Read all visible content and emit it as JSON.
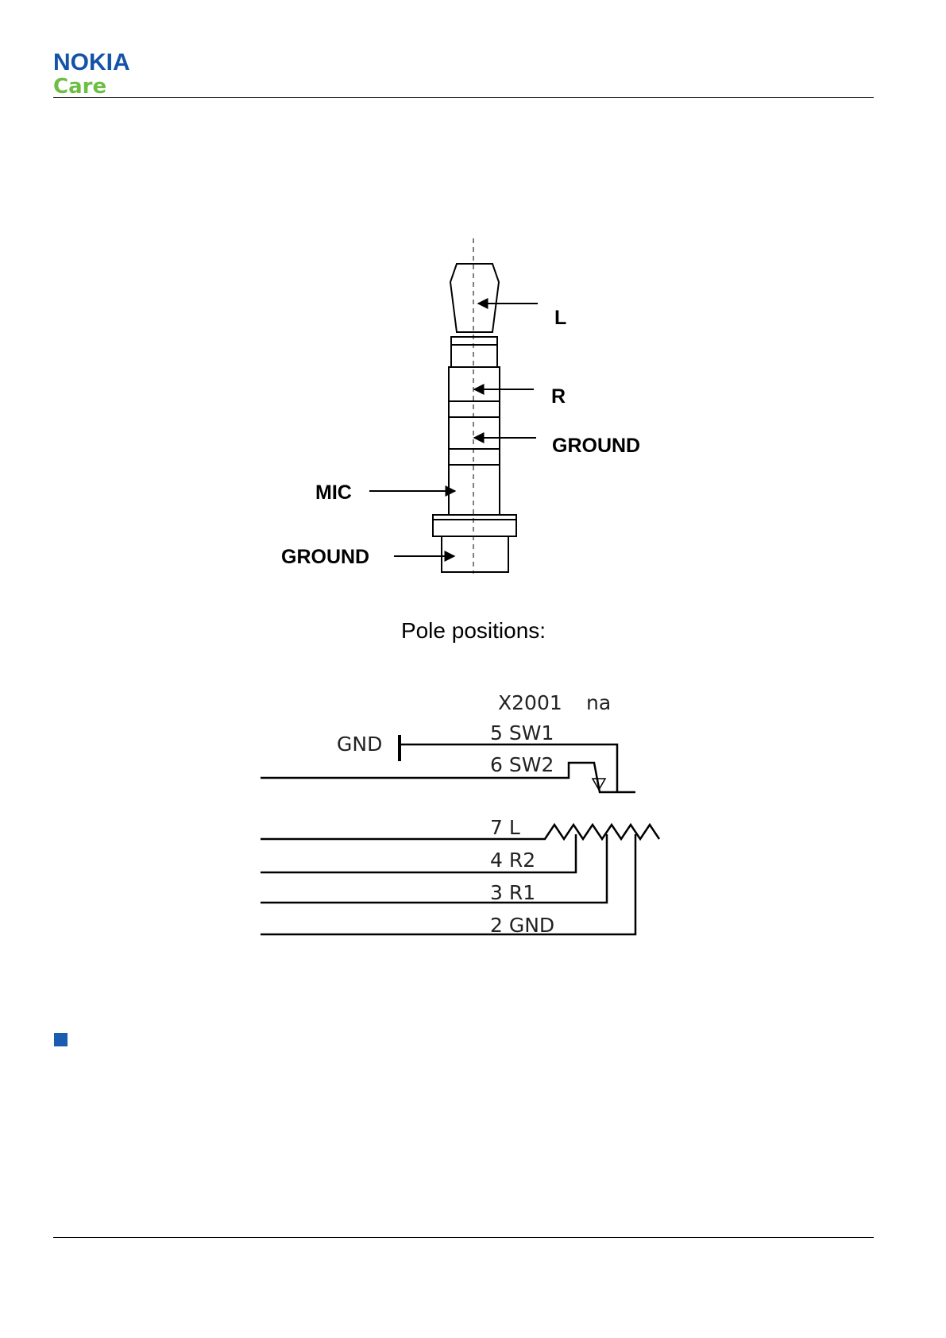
{
  "header": {
    "brand": "NOKIA",
    "sub_brand": "Care",
    "colors": {
      "brand_blue": "#1453a8",
      "care_green": "#6cbe45",
      "bullet_blue": "#1a5cb0"
    }
  },
  "plug_diagram": {
    "labels": {
      "l": "L",
      "r": "R",
      "ground_right": "GROUND",
      "mic": "MIC",
      "ground_left": "GROUND"
    }
  },
  "pole_positions": {
    "caption": "Pole positions:",
    "connector": "X2001",
    "connector_note": "na",
    "gnd_label": "GND",
    "pins": {
      "sw1": "5 SW1",
      "sw2": "6 SW2",
      "l": "7 L",
      "r2": "4 R2",
      "r1": "3 R1",
      "gnd": "2 GND"
    }
  }
}
